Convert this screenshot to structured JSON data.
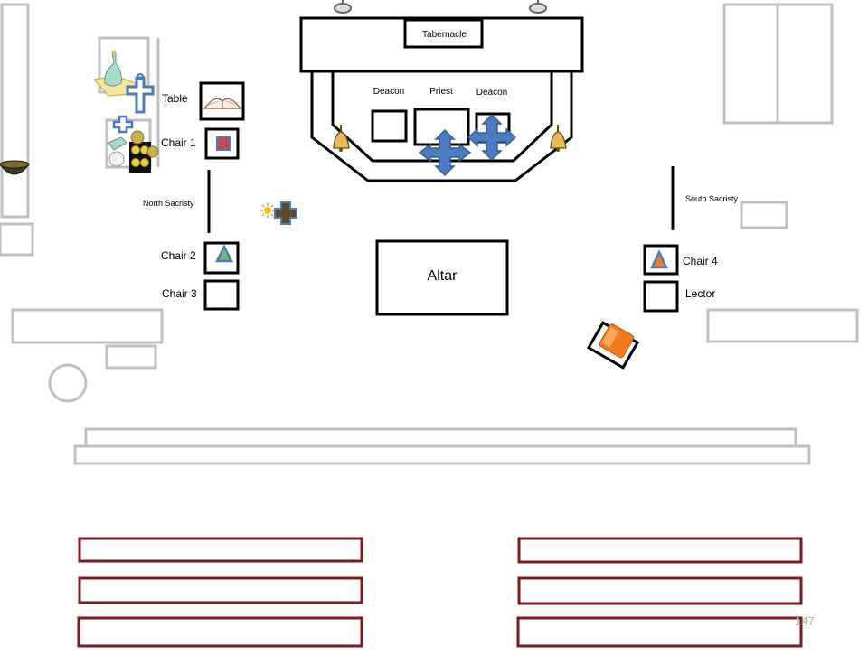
{
  "labels": {
    "tabernacle": "Tabernacle",
    "deacon_left": "Deacon",
    "priest": "Priest",
    "deacon_right": "Deacon",
    "table": "Table",
    "chair1": "Chair 1",
    "north_sacristy": "North Sacristy",
    "south_sacristy": "South Sacristy",
    "chair2": "Chair 2",
    "chair3": "Chair 3",
    "chair4": "Chair 4",
    "lector": "Lector",
    "altar": "Altar"
  },
  "page_number": "147",
  "colors": {
    "outline": "#000000",
    "furniture_gray": "#c0c0c0",
    "pew_red": "#7a1a1f",
    "marker_blue": "#4a7bc0",
    "book_orange": "#f07c1f",
    "bell_gold": "#d9a22a"
  },
  "icons": [
    "bell-icon",
    "cross-marker-icon",
    "book-icon",
    "cruets-icon",
    "processional-cross-icon",
    "triangle-marker-icon",
    "sun-icon",
    "bowl-icon"
  ]
}
